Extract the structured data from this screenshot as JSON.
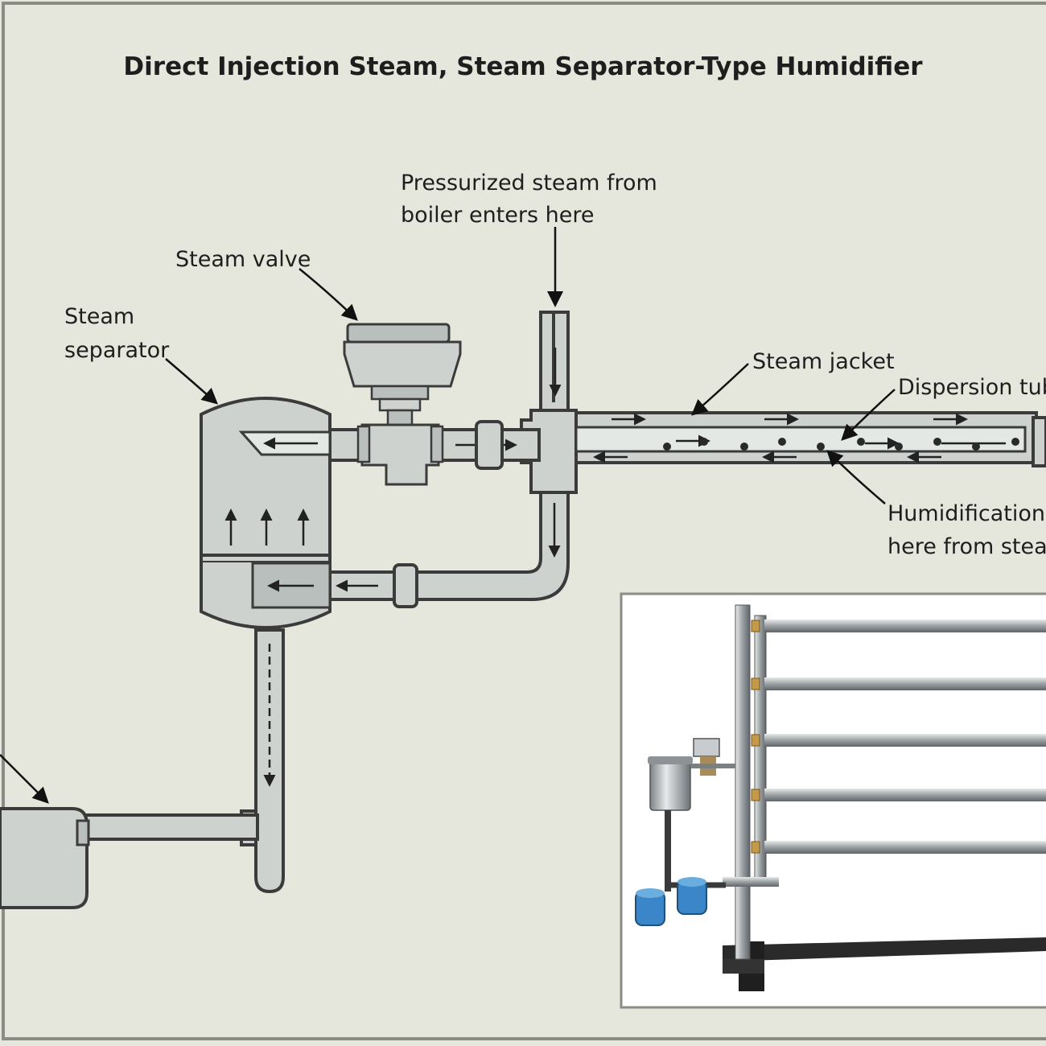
{
  "title": "Direct Injection Steam, Steam Separator-Type Humidifier",
  "labels": {
    "steam_inlet_line1": "Pressurized steam from",
    "steam_inlet_line2": "boiler enters here",
    "steam_valve": "Steam valve",
    "steam_separator_line1": "Steam",
    "steam_separator_line2": "separator",
    "steam_jacket": "Steam jacket",
    "dispersion_tube": "Dispersion tub",
    "humidification_line1": "Humidification",
    "humidification_line2": "here from stean"
  },
  "colors": {
    "background": "#e5e6dc",
    "frame": "#8a8c86",
    "pipe_fill": "#cdd2cf",
    "pipe_outline": "#3b3b3b",
    "inset_background": "#ffffff",
    "inset_valve_blue": "#3a86c8",
    "inset_frame_dark": "#2a2a2a"
  },
  "inset": {
    "description_icon": "humidifier-product-photo-icon"
  }
}
